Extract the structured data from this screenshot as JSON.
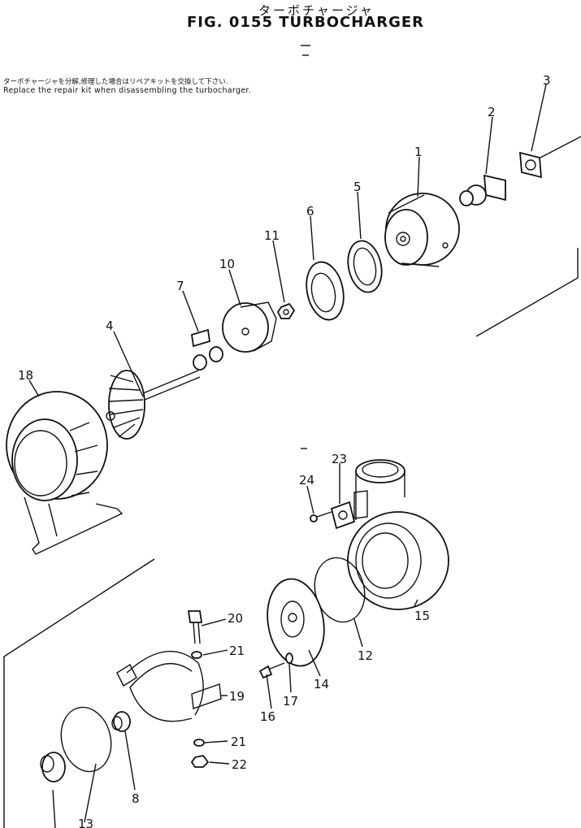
{
  "header": {
    "title_jp": "ターボチャージャ",
    "title_en": "FIG. 0155  TURBOCHARGER"
  },
  "note": {
    "jp": "ターボチャージャを分解,修理した場合はリペアキットを交換して下さい.",
    "en": "Replace the repair kit when disassembling the turbocharger."
  },
  "callouts": {
    "c1": "1",
    "c2": "2",
    "c3": "3",
    "c4": "4",
    "c5": "5",
    "c6": "6",
    "c7": "7",
    "c8": "8",
    "c10": "10",
    "c11": "11",
    "c12": "12",
    "c13": "13",
    "c14": "14",
    "c15": "15",
    "c16": "16",
    "c17": "17",
    "c18": "18",
    "c19": "19",
    "c20": "20",
    "c21a": "21",
    "c21b": "21",
    "c22": "22",
    "c23": "23",
    "c24": "24"
  }
}
